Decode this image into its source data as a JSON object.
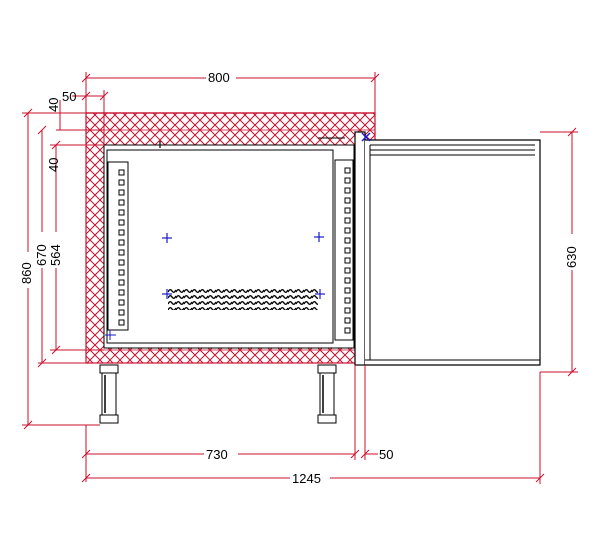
{
  "colors": {
    "dimension": "#c8102e",
    "outline": "#000000",
    "marker": "#1a1acc",
    "background": "#ffffff"
  },
  "dimensions": {
    "top_width": "800",
    "top_margin": "50",
    "left_40_top": "40",
    "left_40_mid": "40",
    "height_860": "860",
    "height_670": "670",
    "height_564": "564",
    "right_630": "630",
    "bottom_730": "730",
    "bottom_50": "50",
    "total_1245": "1245"
  }
}
